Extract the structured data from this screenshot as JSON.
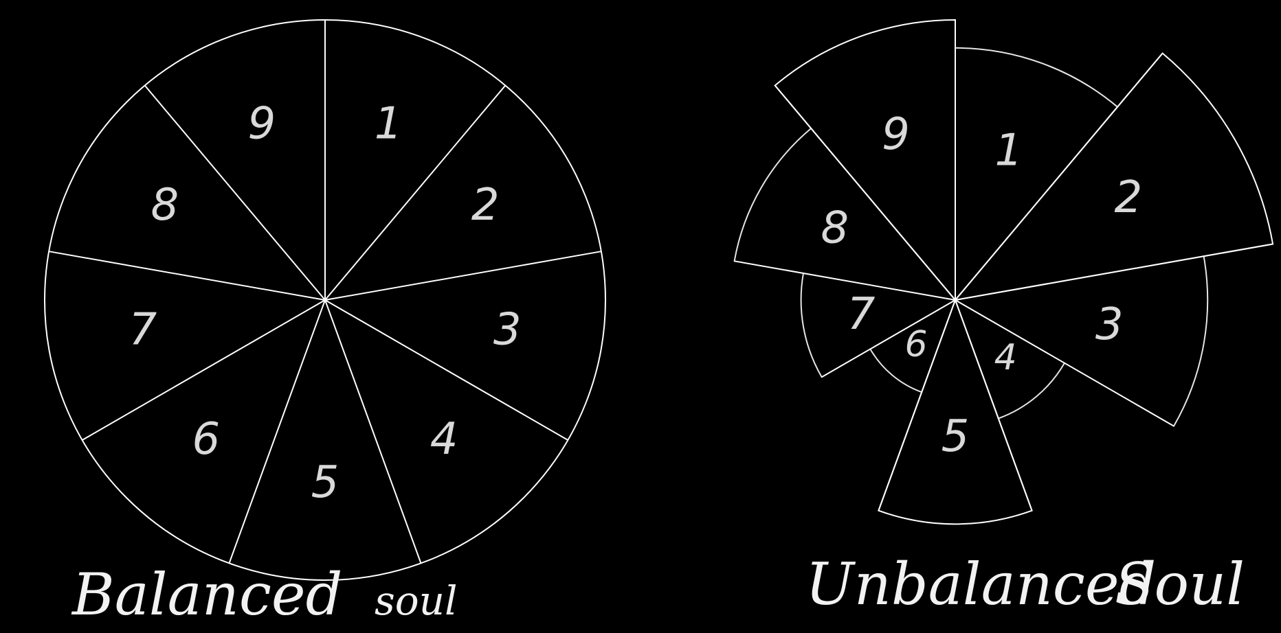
{
  "balanced": {
    "caption_main": "Balanced",
    "caption_tail": "soul",
    "segments": [
      {
        "label": "1",
        "level": 1.0
      },
      {
        "label": "2",
        "level": 1.0
      },
      {
        "label": "3",
        "level": 1.0
      },
      {
        "label": "4",
        "level": 1.0
      },
      {
        "label": "5",
        "level": 1.0
      },
      {
        "label": "6",
        "level": 1.0
      },
      {
        "label": "7",
        "level": 1.0
      },
      {
        "label": "8",
        "level": 1.0
      },
      {
        "label": "9",
        "level": 1.0
      }
    ]
  },
  "unbalanced": {
    "caption_main": "Unbalanced",
    "caption_tail": "Soul",
    "segments": [
      {
        "label": "1",
        "level": 0.9
      },
      {
        "label": "2",
        "level": 1.15
      },
      {
        "label": "3",
        "level": 0.9
      },
      {
        "label": "4",
        "level": 0.45
      },
      {
        "label": "5",
        "level": 0.8
      },
      {
        "label": "6",
        "level": 0.35
      },
      {
        "label": "7",
        "level": 0.55
      },
      {
        "label": "8",
        "level": 0.8
      },
      {
        "label": "9",
        "level": 1.0
      }
    ]
  },
  "colors": {
    "background": "#000000",
    "line": "#ffffff",
    "sketch": "#e6e6e6"
  }
}
